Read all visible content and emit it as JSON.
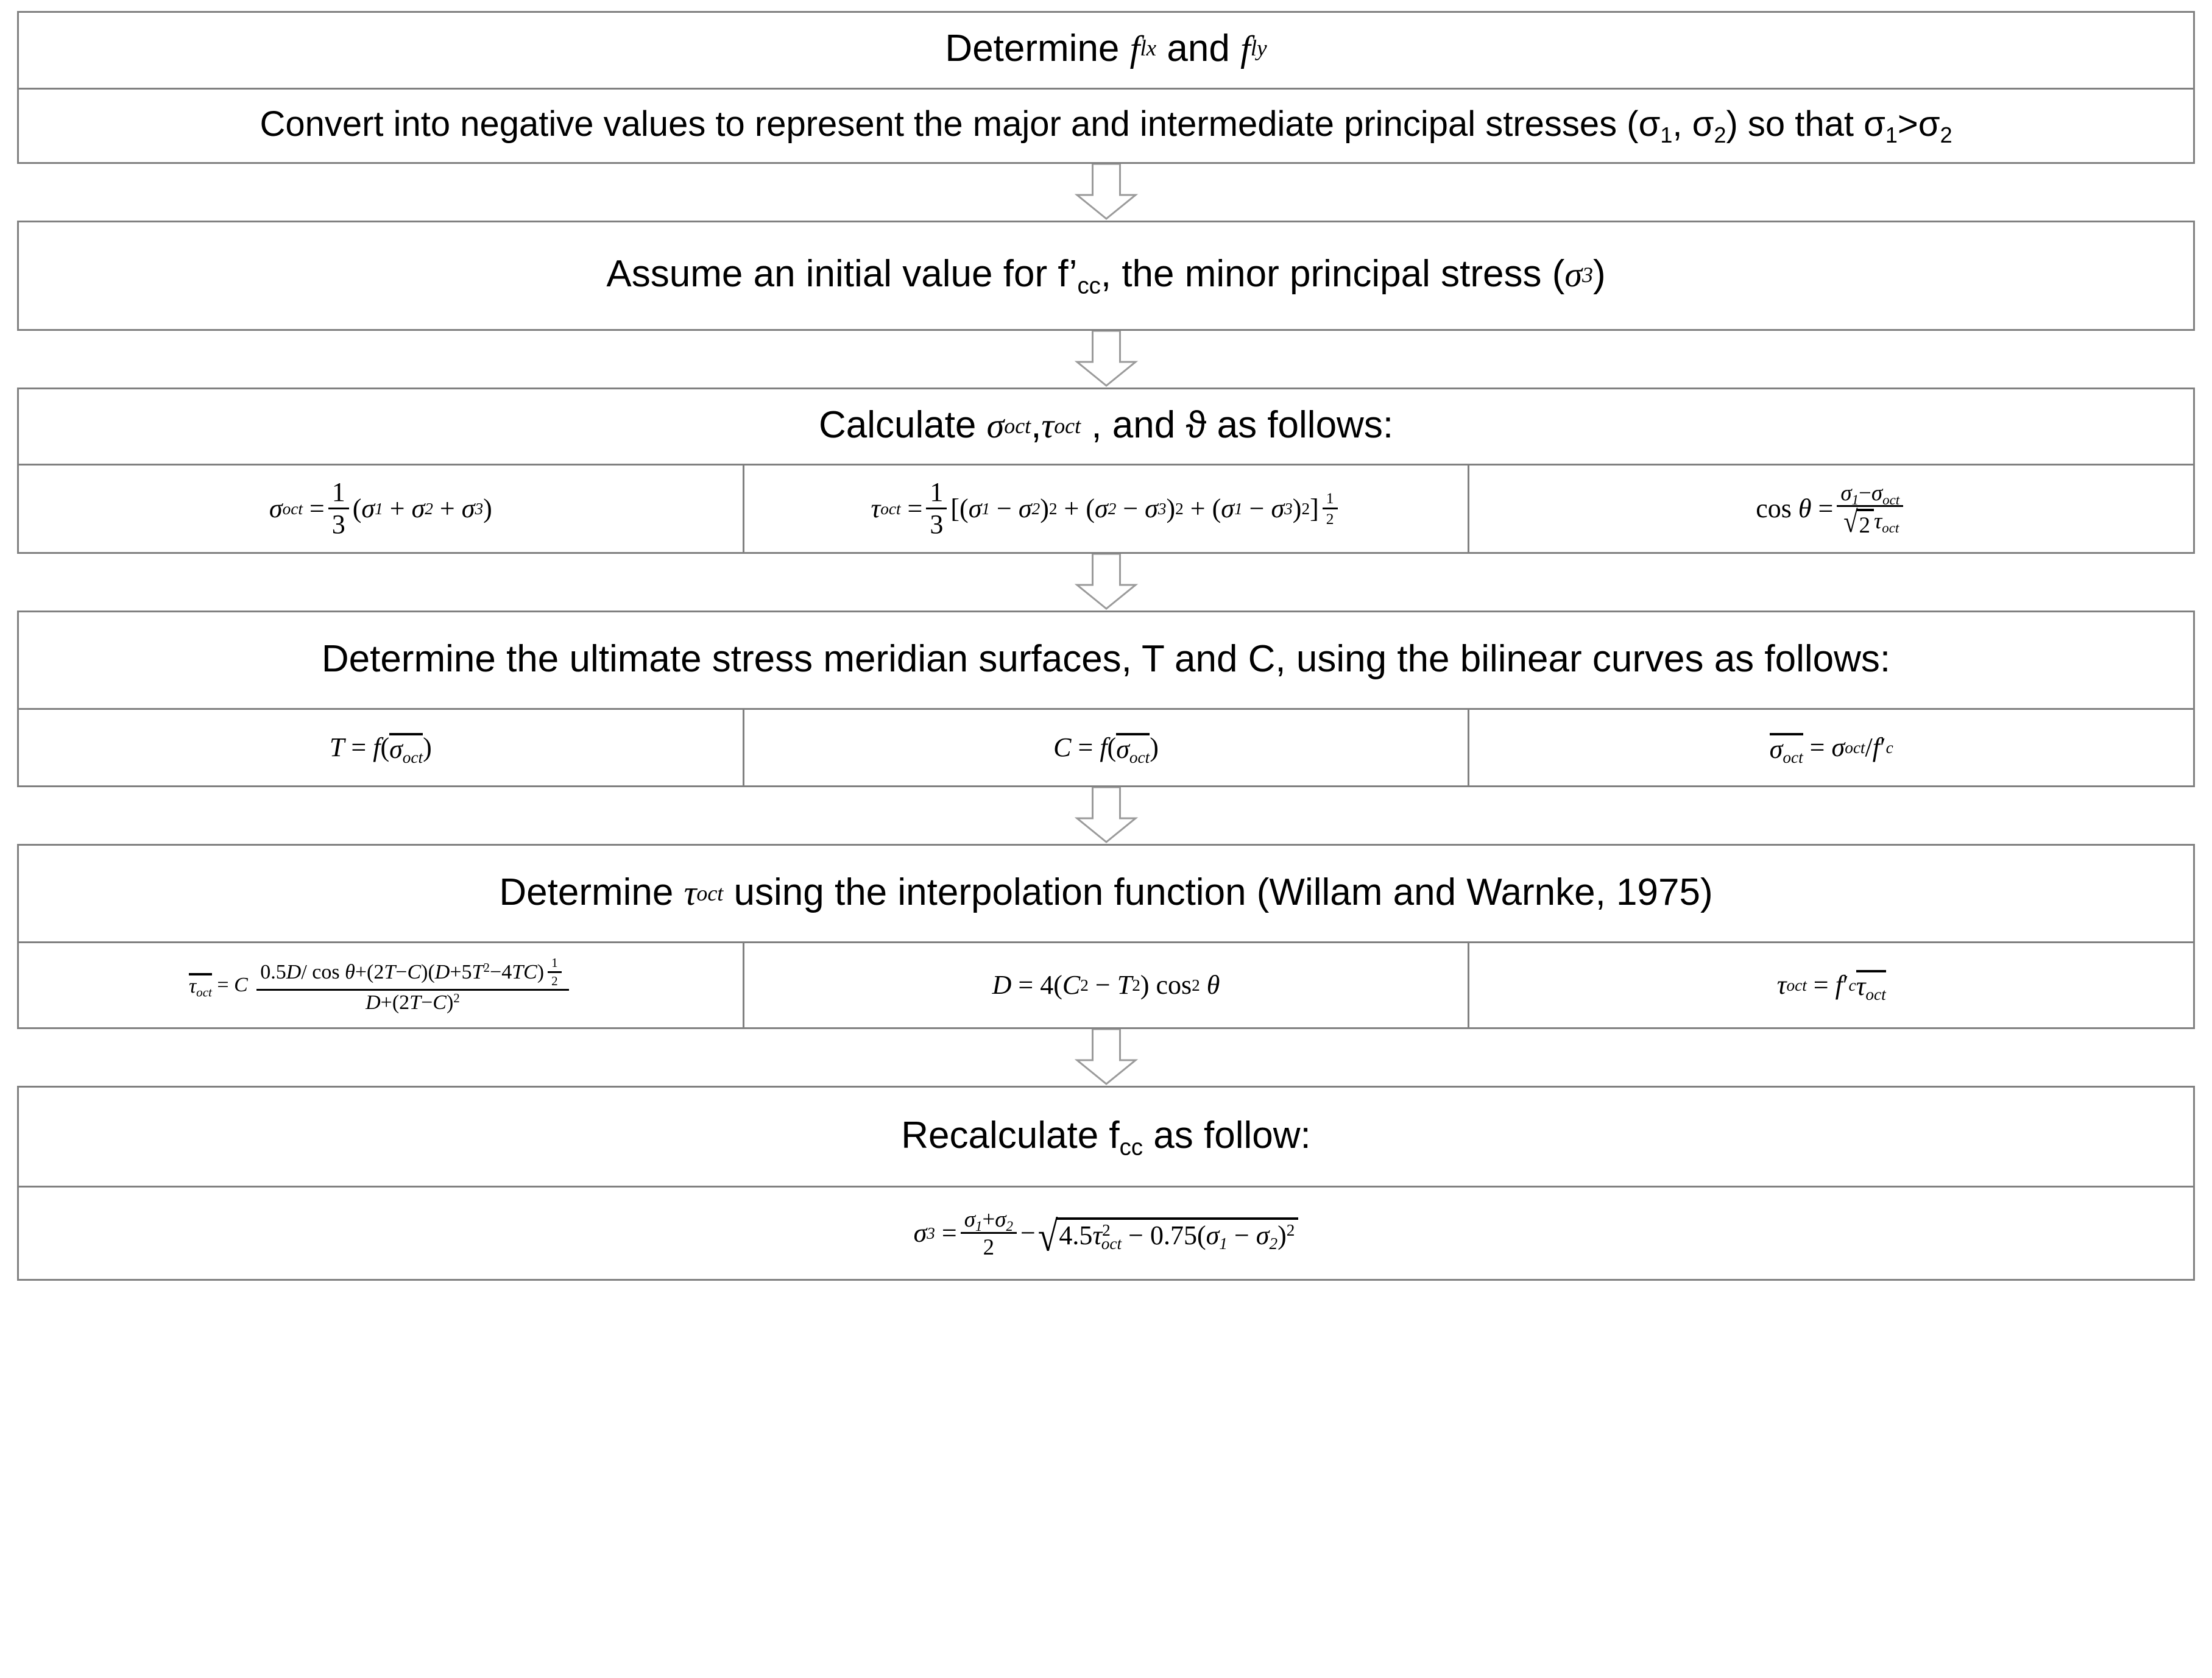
{
  "diagram": {
    "title": "Confined concrete strength iterative procedure flowchart",
    "border_color": "#808080",
    "text_color": "#000000"
  },
  "steps": {
    "step1": {
      "heading_parts": {
        "lead": "Determine ",
        "sym1_base": "f",
        "sym1_sub": "lx",
        "mid": " and ",
        "sym2_base": "f",
        "sym2_sub": "ly"
      }
    },
    "step2": {
      "heading_parts": {
        "lead": "Convert into negative values to represent the major and intermediate principal stresses (σ",
        "sub1": "1",
        "mid": ", σ",
        "sub2": "2",
        "mid2": ") so that σ",
        "sub3": "1",
        "gt": ">σ",
        "sub4": "2"
      }
    },
    "step3": {
      "heading_parts": {
        "lead": "Assume an initial value for f’",
        "sub_cc": "cc",
        "mid": ", the minor principal stress (",
        "sigma3_base": "σ",
        "sigma3_sub": "3",
        "tail": ")"
      }
    },
    "step4": {
      "heading_parts": {
        "lead": "Calculate ",
        "s1_base": "σ",
        "s1_sub": "oct",
        "comma": ",",
        "s2_base": "τ",
        "s2_sub": "oct",
        "mid": " , and ",
        "theta": "ϑ",
        "tail": " as follows:"
      },
      "formulas": [
        {
          "id": "sigma-oct",
          "text": "σ_oct = 1/3 (σ1 + σ2 + σ3)",
          "lhs_base": "σ",
          "lhs_sub": "oct",
          "eq": "=",
          "frac_num": "1",
          "frac_den": "3",
          "rhs": "(σ1 + σ2 + σ3)"
        },
        {
          "id": "tau-oct",
          "text": "τ_oct = 1/3 [(σ1 − σ2)^2 + (σ2 − σ3)^2 + (σ1 − σ3)^2]^(1/2)",
          "lhs_base": "τ",
          "lhs_sub": "oct",
          "eq": "=",
          "frac_num": "1",
          "frac_den": "3",
          "exp_num": "1",
          "exp_den": "2"
        },
        {
          "id": "cos-theta",
          "text": "cos θ = (σ1 − σ_oct) / (√2 τ_oct)",
          "lhs": "cos",
          "theta": "θ",
          "eq": "=",
          "num": "σ1 − σoct",
          "den": "√2 τoct"
        }
      ]
    },
    "step5": {
      "heading": "Determine the ultimate stress meridian surfaces, T and C, using the bilinear curves as follows:",
      "formulas": [
        {
          "id": "T-formula",
          "text": "T = f(σ̄_oct)",
          "lhs": "T",
          "eq": "=",
          "fn": "f",
          "arg_base": "σ",
          "arg_sub": "oct"
        },
        {
          "id": "C-formula",
          "text": "C = f(σ̄_oct)",
          "lhs": "C",
          "eq": "=",
          "fn": "f",
          "arg_base": "σ",
          "arg_sub": "oct"
        },
        {
          "id": "sigma-bar-formula",
          "text": "σ̄_oct = σ_oct / f′_c",
          "lhs_base": "σ",
          "lhs_sub": "oct",
          "eq": "=",
          "rhs": "σoct / f′c"
        }
      ]
    },
    "step6": {
      "heading_parts": {
        "lead": "Determine ",
        "tau_base": "τ",
        "tau_sub": "oct",
        "tail": " using the interpolation function (Willam and Warnke, 1975)"
      },
      "citation": "Willam and Warnke, 1975",
      "formulas": [
        {
          "id": "tau-bar-interp",
          "text": "τ̄_oct = C [0.5D/cos θ + (2T−C)(D+5T^2−4TC)^(1/2)] / [D+(2T−C)^2]",
          "lhs_base": "τ",
          "lhs_sub": "oct",
          "eq": "=",
          "coef": "C",
          "num": "0.5D/ cos θ+(2T−C)(D+5T²−4TC)",
          "num_exp_n": "1",
          "num_exp_d": "2",
          "den": "D+(2T−C)²"
        },
        {
          "id": "D-formula",
          "text": "D = 4(C^2 − T^2) cos^2 θ",
          "lhs": "D",
          "eq": "=",
          "rhs": "4(C² − T²) cos² θ"
        },
        {
          "id": "tau-oct-scaled",
          "text": "τ_oct = f′_c τ̄_oct",
          "lhs_base": "τ",
          "lhs_sub": "oct",
          "eq": "=",
          "rhs": "f′c τ̄oct"
        }
      ]
    },
    "step7": {
      "heading_parts": {
        "lead": "Recalculate f",
        "sub": "cc",
        "tail": " as follow:"
      },
      "formulas": [
        {
          "id": "sigma3-recalc",
          "text": "σ3 = (σ1+σ2)/2 − sqrt(4.5 τ_oct^2 − 0.75(σ1 − σ2)^2)",
          "lhs_base": "σ",
          "lhs_sub": "3",
          "eq": "=",
          "frac_num": "σ1+σ2",
          "frac_den": "2",
          "minus": "−",
          "radicand": "4.5τ²oct − 0.75(σ1 − σ2)²"
        }
      ]
    }
  },
  "connectors": [
    {
      "id": "arrow-1",
      "name": "down-arrow",
      "from": "step2",
      "to": "step3"
    },
    {
      "id": "arrow-2",
      "name": "down-arrow",
      "from": "step3",
      "to": "step4"
    },
    {
      "id": "arrow-3",
      "name": "down-arrow",
      "from": "step4",
      "to": "step5"
    },
    {
      "id": "arrow-4",
      "name": "down-arrow",
      "from": "step5",
      "to": "step6"
    },
    {
      "id": "arrow-5",
      "name": "down-arrow",
      "from": "step6",
      "to": "step7"
    }
  ]
}
